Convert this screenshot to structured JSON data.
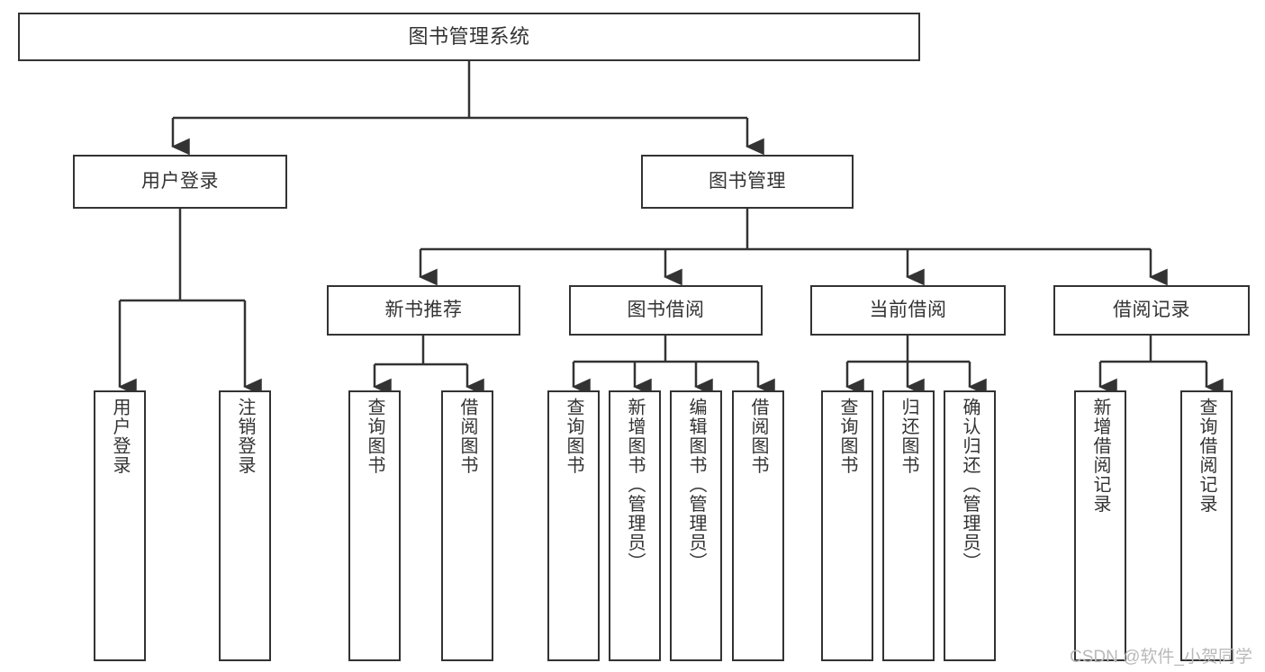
{
  "diagram": {
    "title": "图书管理系统",
    "type": "tree-hierarchy-chart",
    "colors": {
      "stroke": "#333333",
      "fill": "#ffffff",
      "text": "#333333",
      "watermark": "#b9b9b9"
    }
  },
  "nodes": {
    "root": {
      "label": "图书管理系统"
    },
    "level1": [
      {
        "id": "user-login",
        "label": "用户登录"
      },
      {
        "id": "book-manage",
        "label": "图书管理"
      }
    ],
    "level2": [
      {
        "id": "new-book-recommend",
        "label": "新书推荐"
      },
      {
        "id": "book-borrow",
        "label": "图书借阅"
      },
      {
        "id": "current-borrow",
        "label": "当前借阅"
      },
      {
        "id": "borrow-record",
        "label": "借阅记录"
      }
    ],
    "leaves": {
      "user-login": [
        {
          "id": "leaf-user-login",
          "label": "用户登录"
        },
        {
          "id": "leaf-logout-login",
          "label": "注销登录"
        }
      ],
      "new-book-recommend": [
        {
          "id": "leaf-query-book-1",
          "label": "查询图书"
        },
        {
          "id": "leaf-borrow-book-1",
          "label": "借阅图书"
        }
      ],
      "book-borrow": [
        {
          "id": "leaf-query-book-2",
          "label": "查询图书"
        },
        {
          "id": "leaf-add-book",
          "label": "新增图书（管理员）"
        },
        {
          "id": "leaf-edit-book",
          "label": "编辑图书（管理员）"
        },
        {
          "id": "leaf-borrow-book-2",
          "label": "借阅图书"
        }
      ],
      "current-borrow": [
        {
          "id": "leaf-query-book-3",
          "label": "查询图书"
        },
        {
          "id": "leaf-return-book",
          "label": "归还图书"
        },
        {
          "id": "leaf-confirm-return",
          "label": "确认归还（管理员）"
        }
      ],
      "borrow-record": [
        {
          "id": "leaf-add-record",
          "label": "新增借阅记录"
        },
        {
          "id": "leaf-query-record",
          "label": "查询借阅记录"
        }
      ]
    }
  },
  "watermark": {
    "text": "CSDN @软件_小贺同学"
  }
}
